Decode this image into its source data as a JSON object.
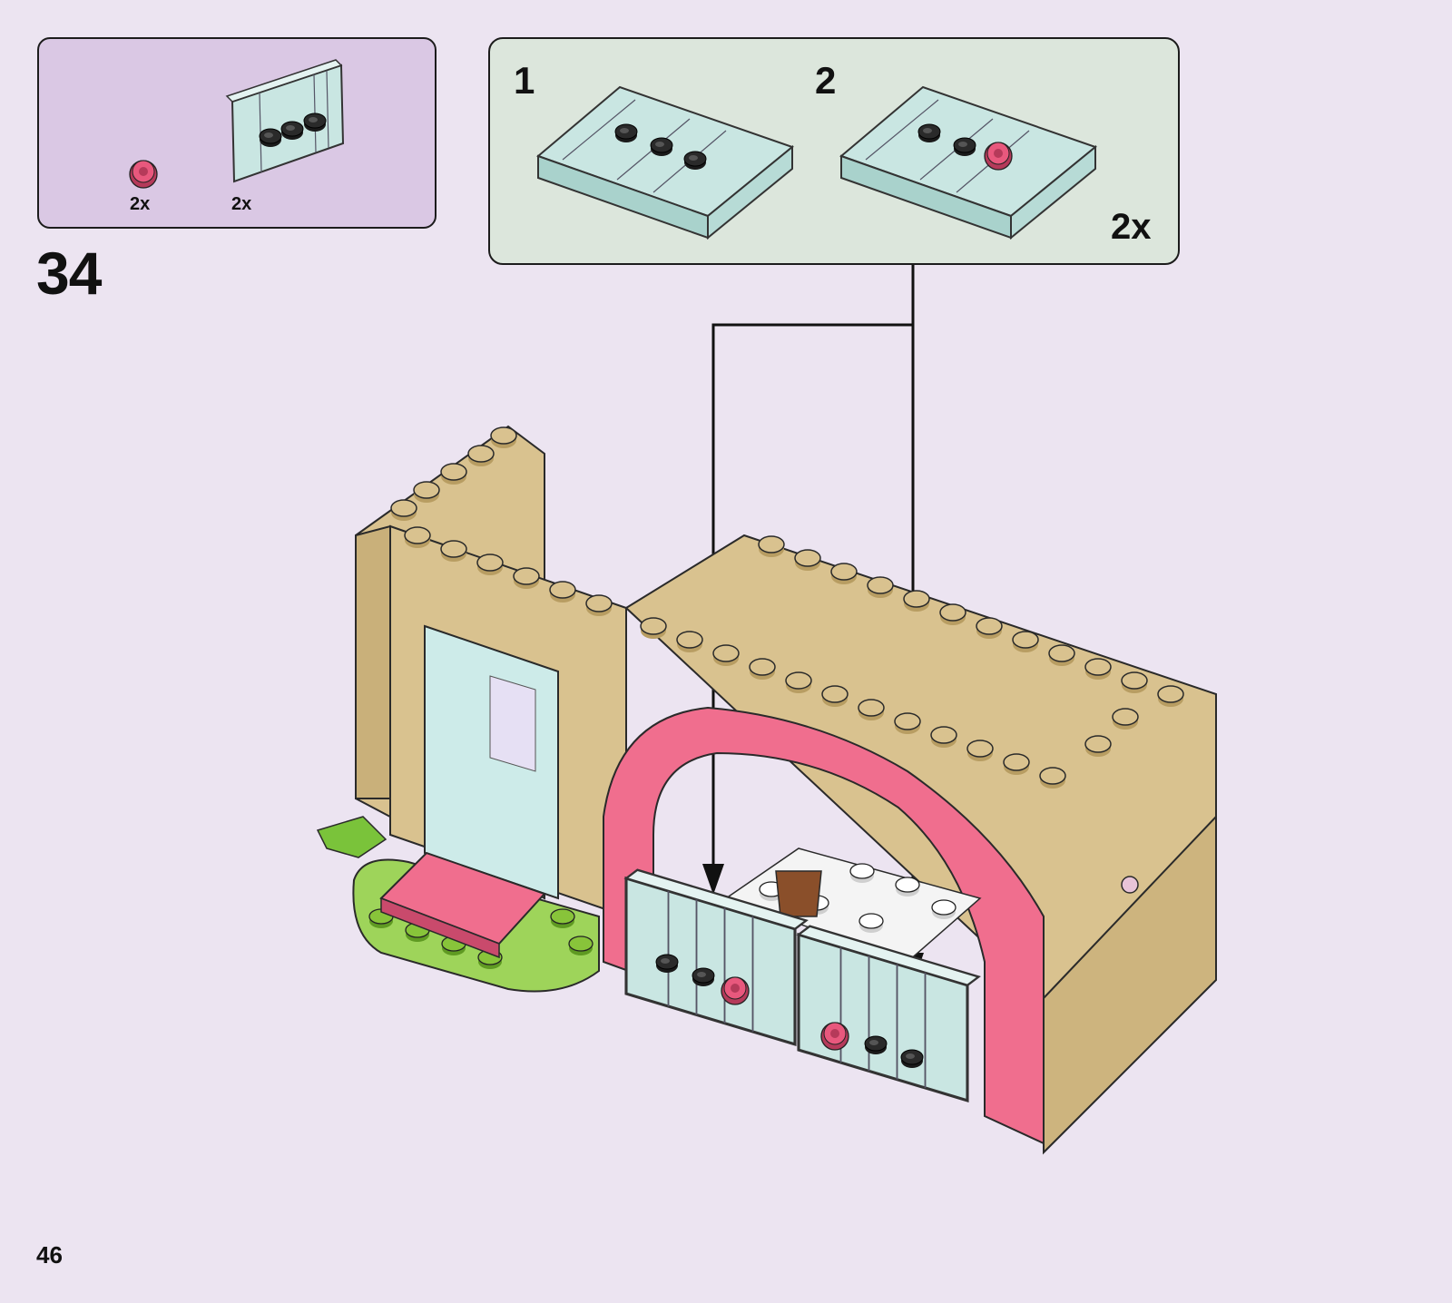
{
  "step": {
    "number": "34"
  },
  "parts_list": [
    {
      "quantity": "2x",
      "part": "flower-plate-icon"
    },
    {
      "quantity": "2x",
      "part": "gate-panel-icon"
    }
  ],
  "subassembly": {
    "steps": [
      "1",
      "2"
    ],
    "multiplier": "2x"
  },
  "page": {
    "number": "46"
  },
  "colors": {
    "background": "#ece4f1",
    "parts_panel": "#dac8e4",
    "subassembly_panel": "#dce6dc",
    "tan_brick": "#d9c28f",
    "pink_brick": "#f06e8e",
    "gate": "#c9e6e2",
    "green_plate": "#9ed45a"
  }
}
